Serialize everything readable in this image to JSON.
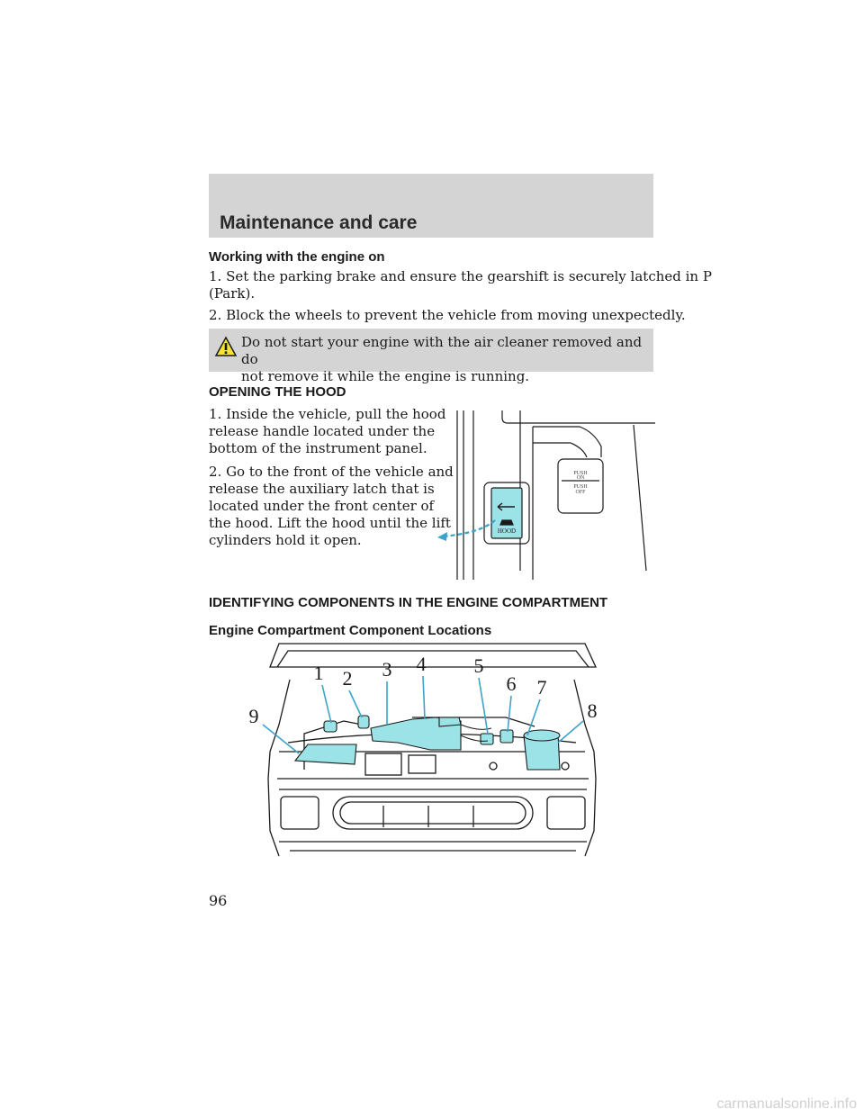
{
  "header": {
    "title": "Maintenance and care"
  },
  "working": {
    "heading": "Working with the engine on",
    "step1_line1": "1. Set the parking brake and ensure the gearshift is securely latched in P",
    "step1_line2": "(Park).",
    "step2": "2. Block the wheels to prevent the vehicle from moving unexpectedly."
  },
  "warning": {
    "icon": "warning-triangle-icon",
    "line1": "Do not start your engine with the air cleaner removed and do",
    "line2": "not remove it while the engine is running."
  },
  "opening_hood": {
    "heading": "OPENING THE HOOD",
    "step1": [
      "1. Inside the vehicle, pull the hood",
      "release handle located under the",
      "bottom of the instrument panel."
    ],
    "step2": [
      "2. Go to the front of the vehicle and",
      "release the auxiliary latch that is",
      "located under the front center of",
      "the hood. Lift the hood until the lift",
      "cylinders hold it open."
    ],
    "figure": {
      "push_on": [
        "PUSH",
        "ON"
      ],
      "push_off": [
        "PUSH",
        "OFF"
      ],
      "hood_label": "HOOD"
    }
  },
  "components": {
    "heading": "IDENTIFYING COMPONENTS IN THE ENGINE COMPARTMENT",
    "subheading": "Engine Compartment Component Locations",
    "callouts": [
      "1",
      "2",
      "3",
      "4",
      "5",
      "6",
      "7",
      "8",
      "9"
    ]
  },
  "page_number": "96",
  "watermark": "carmanualsonline.info",
  "colors": {
    "band_gray": "#d4d4d4",
    "highlight_cyan": "#9be3e6",
    "arrow_blue": "#3aa4c9"
  }
}
